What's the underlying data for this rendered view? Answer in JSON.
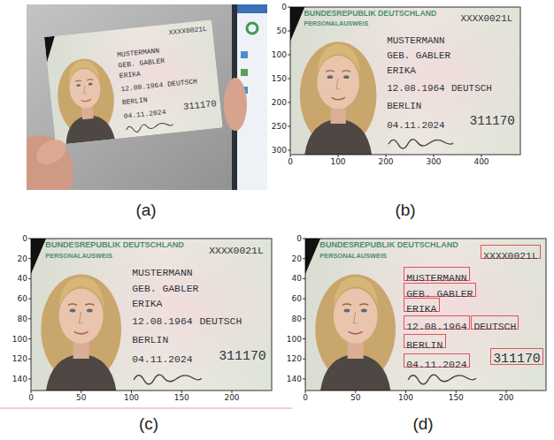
{
  "diagram": {
    "nodes": [
      {
        "text": [
          "XXXX0021L"
        ]
      },
      {
        "text": [
          "MUSTERMANN"
        ]
      },
      {
        "text": [
          "GEB. GABLER"
        ]
      },
      {
        "text": [
          "ERIKA"
        ]
      },
      {
        "text": [
          "12.08.1964"
        ]
      },
      {
        "text": [
          "DEUTSCH"
        ]
      },
      {
        "text": [
          "BERLIN"
        ]
      },
      {
        "text": [
          "04.11.2024"
        ]
      },
      {
        "text": [
          "311170"
        ]
      }
    ],
    "labels": [
      "(a)",
      "(b)",
      "(c)",
      "(d)",
      "XXXX0021L",
      "MUSTERMANN",
      "GEB. GABLER",
      "ERIKA",
      "12.08.1964",
      "DEUTSCH",
      "BERLIN",
      "04.11.2024",
      "311170",
      "BUNDESREPUBLIK DEUTSCHLAND",
      "PERSONALAUSWEIS",
      "XXXX0021L",
      "MUSTERMANN",
      "GEB. GABLER",
      "ERIKA",
      "12.08.1964",
      "DEUTSCH",
      "BERLIN",
      "04.11.2024",
      "311170",
      "BUNDESREPUBLIK DEUTSCHLAND",
      "PERSONALAUSWEIS",
      "XXXX0021L",
      "MUSTERMANN",
      "GEB. GABLER",
      "ERIKA",
      "12.08.1964",
      "DEUTSCH",
      "BERLIN",
      "04.11.2024",
      "311170",
      "BUNDESREPUBLIK DEUTSCHLAND",
      "PERSONALAUSWEIS",
      "0",
      "100",
      "200",
      "300",
      "400",
      "0",
      "50",
      "100",
      "150",
      "200",
      "250",
      "300",
      "0",
      "50",
      "100",
      "150",
      "200",
      "0",
      "20",
      "40",
      "60",
      "80",
      "100",
      "120",
      "140",
      "0",
      "50",
      "100",
      "150",
      "200",
      "0",
      "20",
      "40",
      "60",
      "80",
      "100",
      "120",
      "140"
    ]
  }
}
